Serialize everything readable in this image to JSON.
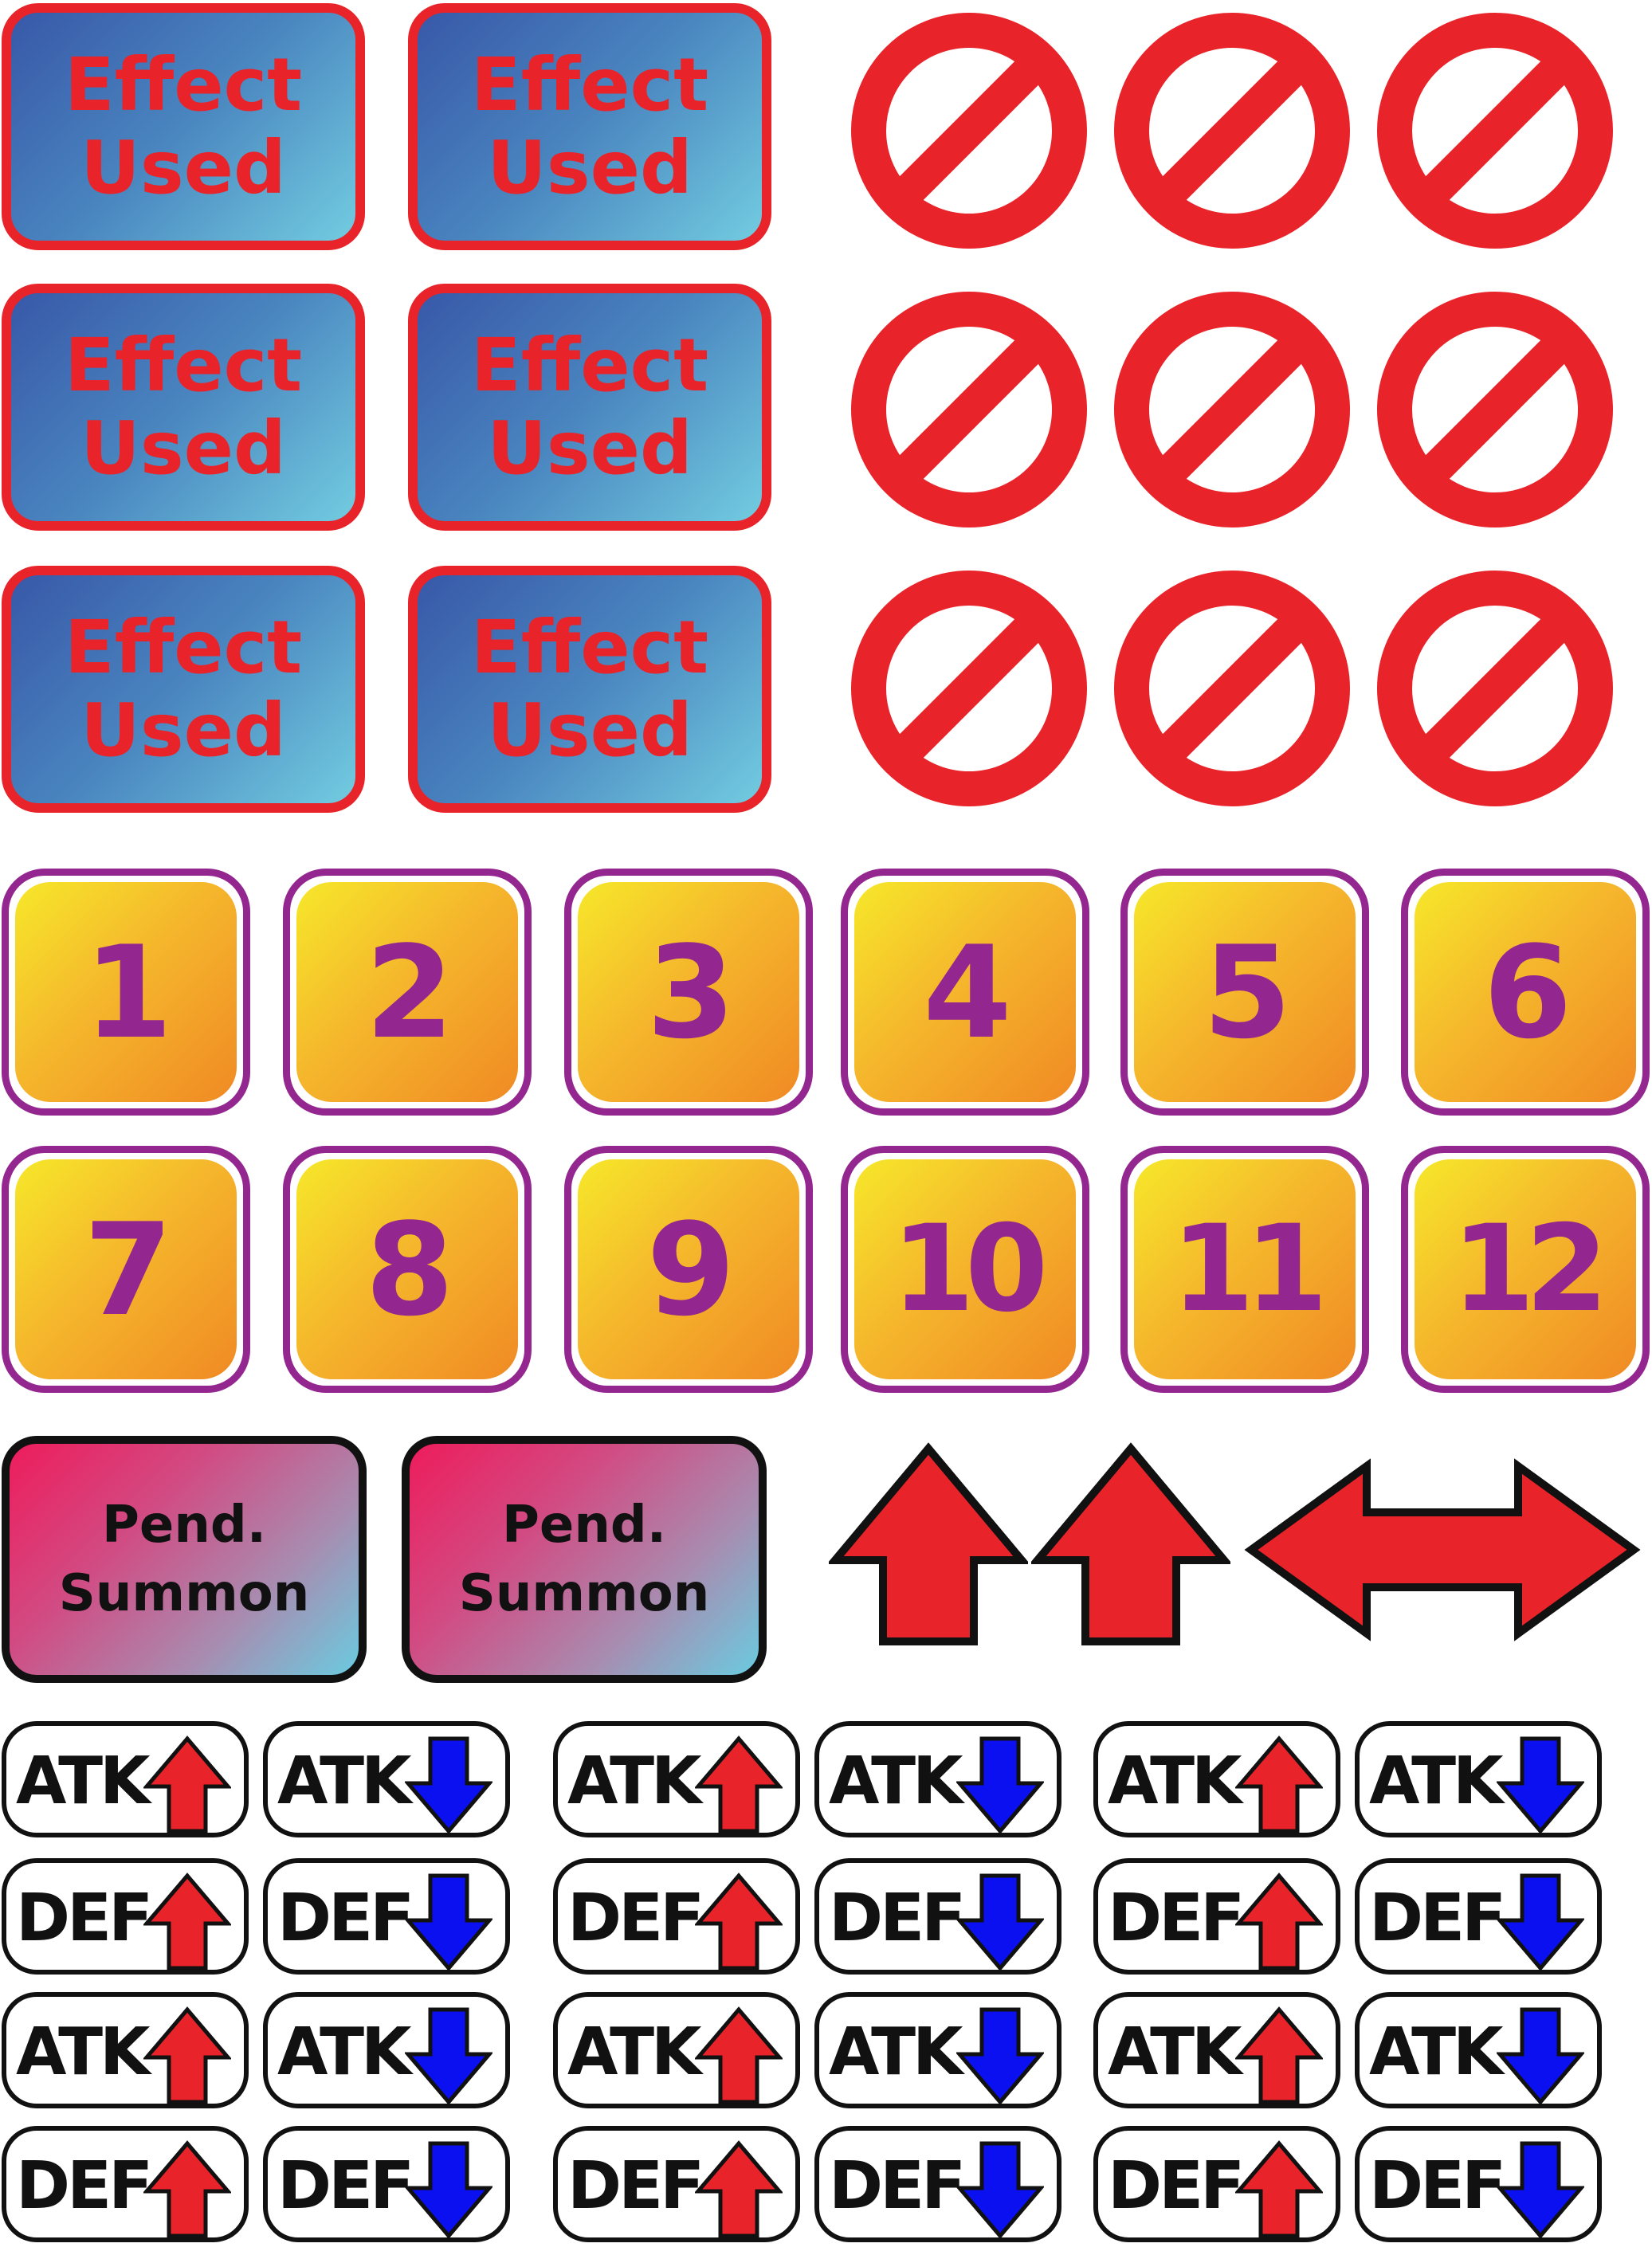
{
  "effect_tokens": [
    {
      "label": "Effect\nUsed"
    },
    {
      "label": "Effect\nUsed"
    },
    {
      "label": "Effect\nUsed"
    },
    {
      "label": "Effect\nUsed"
    },
    {
      "label": "Effect\nUsed"
    },
    {
      "label": "Effect\nUsed"
    }
  ],
  "prohibited_count": 9,
  "number_tokens": [
    "1",
    "2",
    "3",
    "4",
    "5",
    "6",
    "7",
    "8",
    "9",
    "10",
    "11",
    "12"
  ],
  "pend_tokens": [
    {
      "label": "Pend.\nSummon"
    },
    {
      "label": "Pend.\nSummon"
    }
  ],
  "arrows": [
    {
      "icon": "arrow-up-icon"
    },
    {
      "icon": "arrow-up-icon"
    },
    {
      "icon": "arrow-left-right-icon"
    }
  ],
  "stat_tokens": {
    "atk_label": "ATK",
    "def_label": "DEF"
  },
  "colors": {
    "red": "#e8242a",
    "purple": "#93268f",
    "blue": "#0a10f0",
    "black": "#111111"
  }
}
